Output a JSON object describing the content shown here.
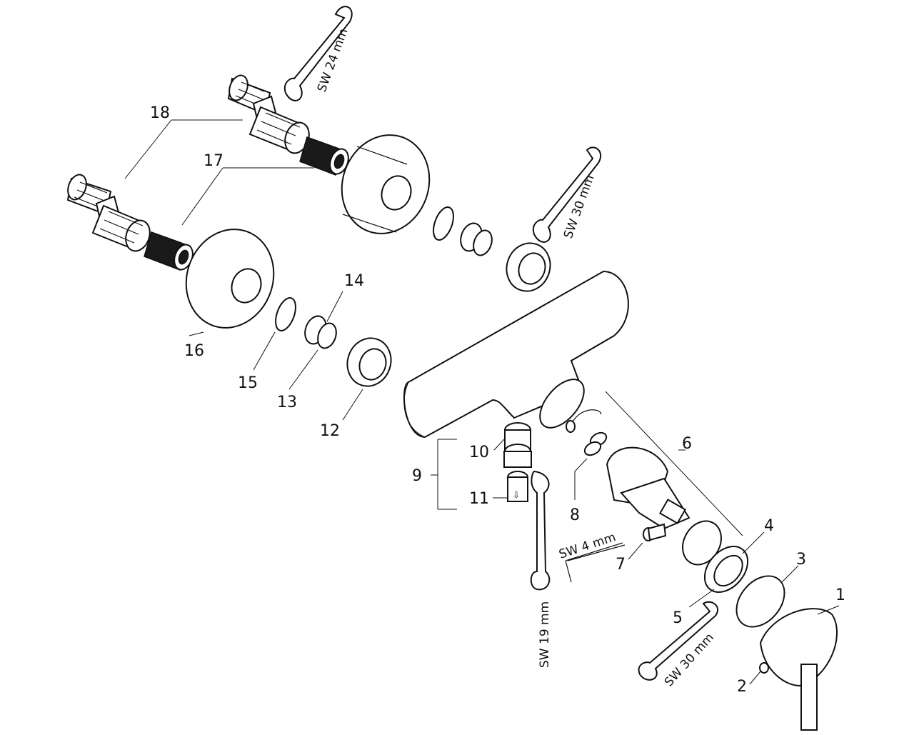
{
  "labels": {
    "p1": "1",
    "p2": "2",
    "p3": "3",
    "p4": "4",
    "p5": "5",
    "p6": "6",
    "p7": "7",
    "p8": "8",
    "p9": "9",
    "p10": "10",
    "p11": "11",
    "p12": "12",
    "p13": "13",
    "p14": "14",
    "p15": "15",
    "p16": "16",
    "p17": "17",
    "p18": "18"
  },
  "tools": {
    "wrench_top": "SW 24 mm",
    "wrench_right": "SW 30 mm",
    "wrench_bottom_left": "SW 19 mm",
    "wrench_bottom_right": "SW 30 mm",
    "allen_key": "SW 4 mm"
  }
}
